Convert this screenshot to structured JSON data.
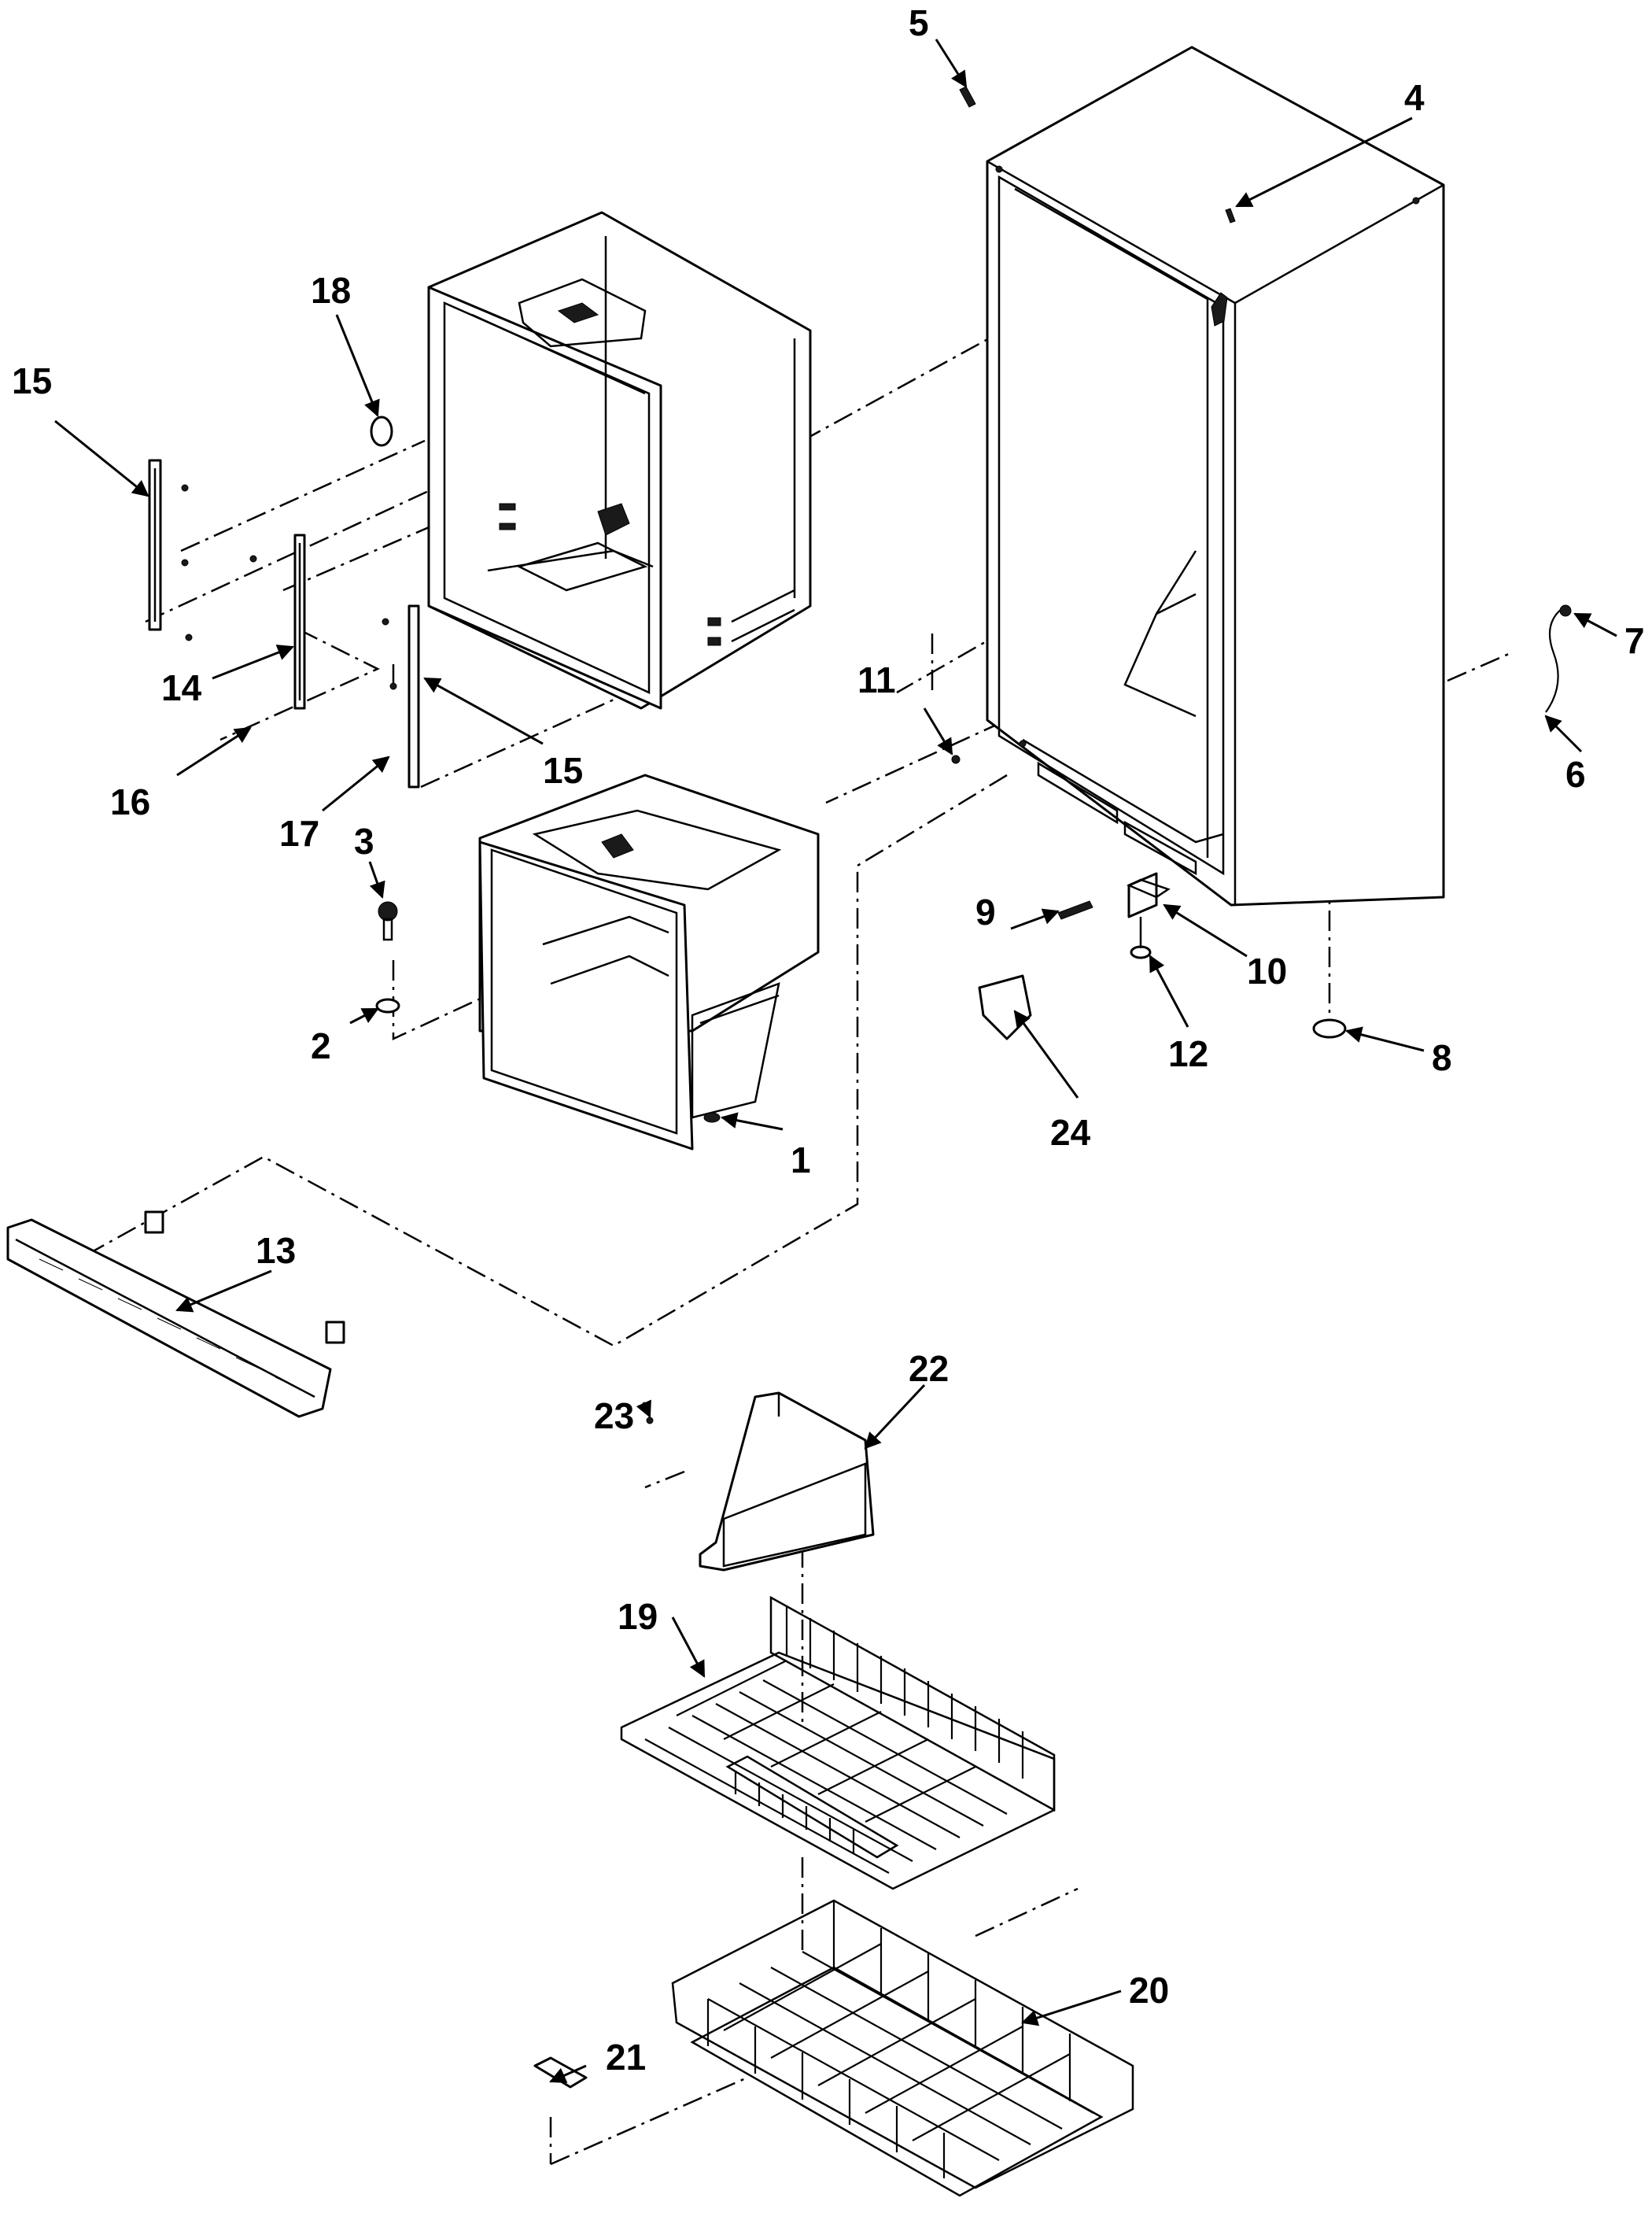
{
  "callouts": [
    {
      "id": "1",
      "label": "1"
    },
    {
      "id": "2",
      "label": "2"
    },
    {
      "id": "3",
      "label": "3"
    },
    {
      "id": "4",
      "label": "4"
    },
    {
      "id": "5",
      "label": "5"
    },
    {
      "id": "6",
      "label": "6"
    },
    {
      "id": "7",
      "label": "7"
    },
    {
      "id": "8",
      "label": "8"
    },
    {
      "id": "9",
      "label": "9"
    },
    {
      "id": "10",
      "label": "10"
    },
    {
      "id": "11",
      "label": "11"
    },
    {
      "id": "12",
      "label": "12"
    },
    {
      "id": "13",
      "label": "13"
    },
    {
      "id": "14",
      "label": "14"
    },
    {
      "id": "15a",
      "label": "15"
    },
    {
      "id": "15b",
      "label": "15"
    },
    {
      "id": "16",
      "label": "16"
    },
    {
      "id": "17",
      "label": "17"
    },
    {
      "id": "18",
      "label": "18"
    },
    {
      "id": "19",
      "label": "19"
    },
    {
      "id": "20",
      "label": "20"
    },
    {
      "id": "21",
      "label": "21"
    },
    {
      "id": "22",
      "label": "22"
    },
    {
      "id": "23",
      "label": "23"
    },
    {
      "id": "24",
      "label": "24"
    }
  ]
}
